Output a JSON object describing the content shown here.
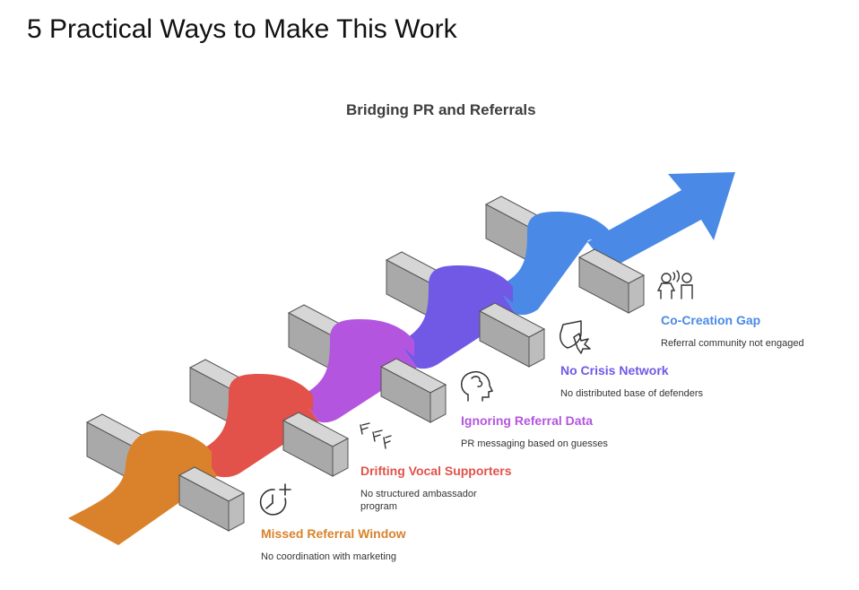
{
  "page": {
    "title": "5 Practical Ways to Make This Work"
  },
  "diagram": {
    "title": "Bridging PR and Referrals",
    "items": [
      {
        "label": "Missed Referral Window",
        "description": "No coordination with marketing",
        "color": "#d9822b",
        "icon": "clock-plus-icon"
      },
      {
        "label": "Drifting Vocal Supporters",
        "description": "No structured ambassador program",
        "color": "#e2524a",
        "icon": "arrows-drift-icon"
      },
      {
        "label": "Ignoring Referral Data",
        "description": "PR messaging based on guesses",
        "color": "#b455df",
        "icon": "head-brain-icon"
      },
      {
        "label": "No Crisis Network",
        "description": "No distributed base of defenders",
        "color": "#7159e6",
        "icon": "shield-crack-icon"
      },
      {
        "label": "Co-Creation Gap",
        "description": "Referral community not engaged",
        "color": "#4a8ae6",
        "icon": "people-talking-icon"
      }
    ]
  }
}
